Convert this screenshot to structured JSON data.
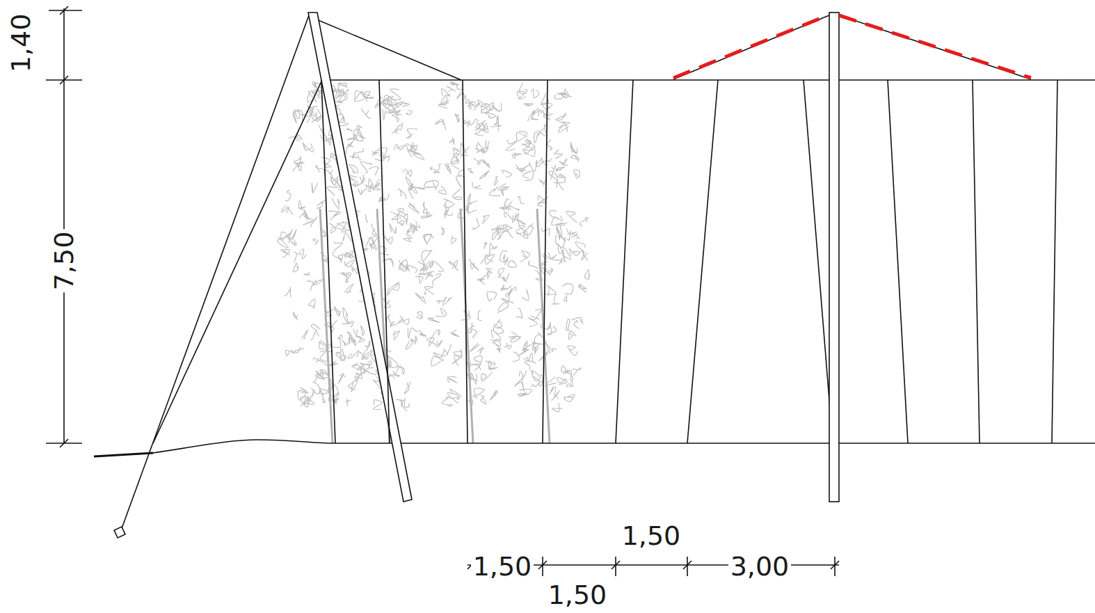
{
  "diagram": {
    "labels": [
      "1,40",
      "7,50",
      "1,50",
      "1,50",
      "1,50",
      "3,00"
    ]
  }
}
